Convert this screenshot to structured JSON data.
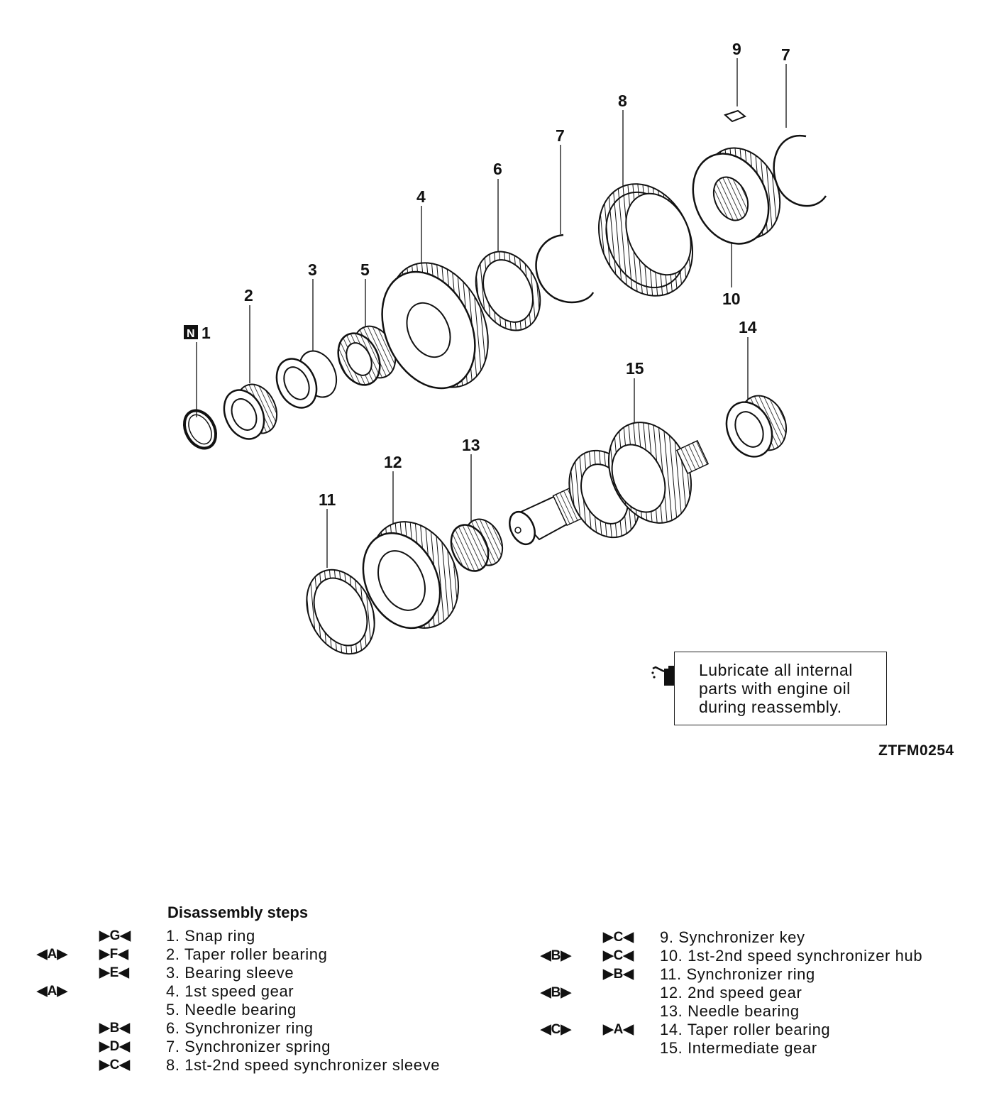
{
  "callouts": {
    "n_badge": "N",
    "n1": "1",
    "n2": "2",
    "n3": "3",
    "n4": "4",
    "n5": "5",
    "n6": "6",
    "n7a": "7",
    "n7b": "7",
    "n8": "8",
    "n9": "9",
    "n10": "10",
    "n11": "11",
    "n12": "12",
    "n13": "13",
    "n14": "14",
    "n15": "15"
  },
  "note": {
    "icon": "oil-can-icon",
    "text": "Lubricate all internal parts with engine oil during reassembly."
  },
  "figure_code": "ZTFM0254",
  "steps": {
    "title": "Disassembly steps",
    "left": [
      {
        "left": "",
        "mid": "▶G◀",
        "text": "1. Snap ring"
      },
      {
        "left": "◀A▶",
        "mid": "▶F◀",
        "text": "2. Taper roller bearing"
      },
      {
        "left": "",
        "mid": "▶E◀",
        "text": "3. Bearing sleeve"
      },
      {
        "left": "◀A▶",
        "mid": "",
        "text": "4. 1st speed gear"
      },
      {
        "left": "",
        "mid": "",
        "text": "5. Needle bearing"
      },
      {
        "left": "",
        "mid": "▶B◀",
        "text": "6. Synchronizer ring"
      },
      {
        "left": "",
        "mid": "▶D◀",
        "text": "7. Synchronizer spring"
      },
      {
        "left": "",
        "mid": "▶C◀",
        "text": "8. 1st-2nd speed synchronizer sleeve"
      }
    ],
    "right": [
      {
        "left": "",
        "mid": "▶C◀",
        "text": "  9. Synchronizer key"
      },
      {
        "left": "◀B▶",
        "mid": "▶C◀",
        "text": "10. 1st-2nd speed synchronizer hub"
      },
      {
        "left": "",
        "mid": "▶B◀",
        "text": "11. Synchronizer ring"
      },
      {
        "left": "◀B▶",
        "mid": "",
        "text": "12. 2nd speed gear"
      },
      {
        "left": "",
        "mid": "",
        "text": "13. Needle bearing"
      },
      {
        "left": "◀C▶",
        "mid": "▶A◀",
        "text": "14. Taper roller bearing"
      },
      {
        "left": "",
        "mid": "",
        "text": "15. Intermediate gear"
      }
    ]
  }
}
